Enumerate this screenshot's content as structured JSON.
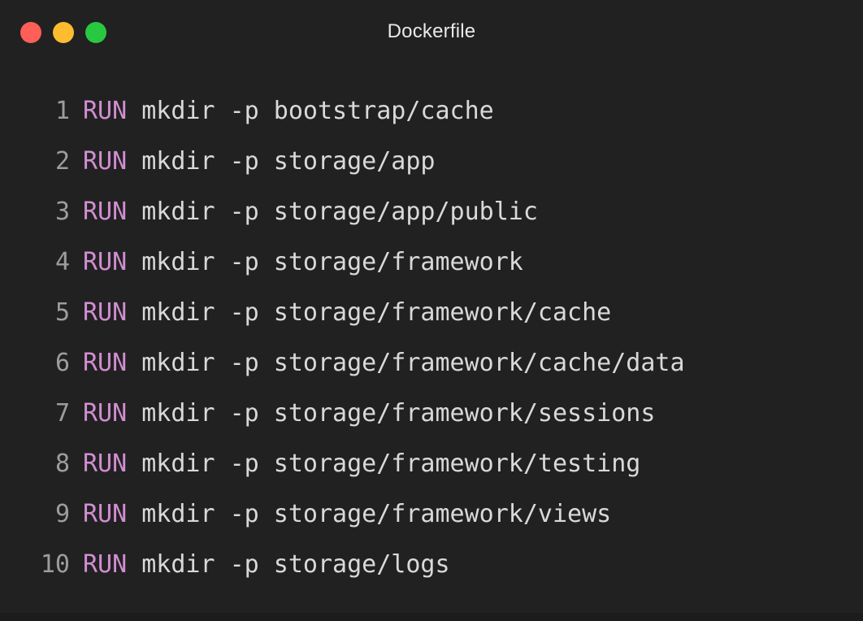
{
  "window": {
    "title": "Dockerfile",
    "background_color": "#212121",
    "controls": [
      {
        "name": "close",
        "color": "#ff5f57"
      },
      {
        "name": "minimize",
        "color": "#febc2e"
      },
      {
        "name": "maximize",
        "color": "#28c840"
      }
    ]
  },
  "editor": {
    "language": "dockerfile",
    "keyword_color": "#d18ed1",
    "text_color": "#d9d9d9",
    "line_number_color": "#9d9d9d",
    "lines": [
      {
        "number": "1",
        "keyword": "RUN",
        "rest": " mkdir -p bootstrap/cache",
        "text": "RUN mkdir -p bootstrap/cache"
      },
      {
        "number": "2",
        "keyword": "RUN",
        "rest": " mkdir -p storage/app",
        "text": "RUN mkdir -p storage/app"
      },
      {
        "number": "3",
        "keyword": "RUN",
        "rest": " mkdir -p storage/app/public",
        "text": "RUN mkdir -p storage/app/public"
      },
      {
        "number": "4",
        "keyword": "RUN",
        "rest": " mkdir -p storage/framework",
        "text": "RUN mkdir -p storage/framework"
      },
      {
        "number": "5",
        "keyword": "RUN",
        "rest": " mkdir -p storage/framework/cache",
        "text": "RUN mkdir -p storage/framework/cache"
      },
      {
        "number": "6",
        "keyword": "RUN",
        "rest": " mkdir -p storage/framework/cache/data",
        "text": "RUN mkdir -p storage/framework/cache/data"
      },
      {
        "number": "7",
        "keyword": "RUN",
        "rest": " mkdir -p storage/framework/sessions",
        "text": "RUN mkdir -p storage/framework/sessions"
      },
      {
        "number": "8",
        "keyword": "RUN",
        "rest": " mkdir -p storage/framework/testing",
        "text": "RUN mkdir -p storage/framework/testing"
      },
      {
        "number": "9",
        "keyword": "RUN",
        "rest": " mkdir -p storage/framework/views",
        "text": "RUN mkdir -p storage/framework/views"
      },
      {
        "number": "10",
        "keyword": "RUN",
        "rest": " mkdir -p storage/logs",
        "text": "RUN mkdir -p storage/logs"
      }
    ]
  }
}
